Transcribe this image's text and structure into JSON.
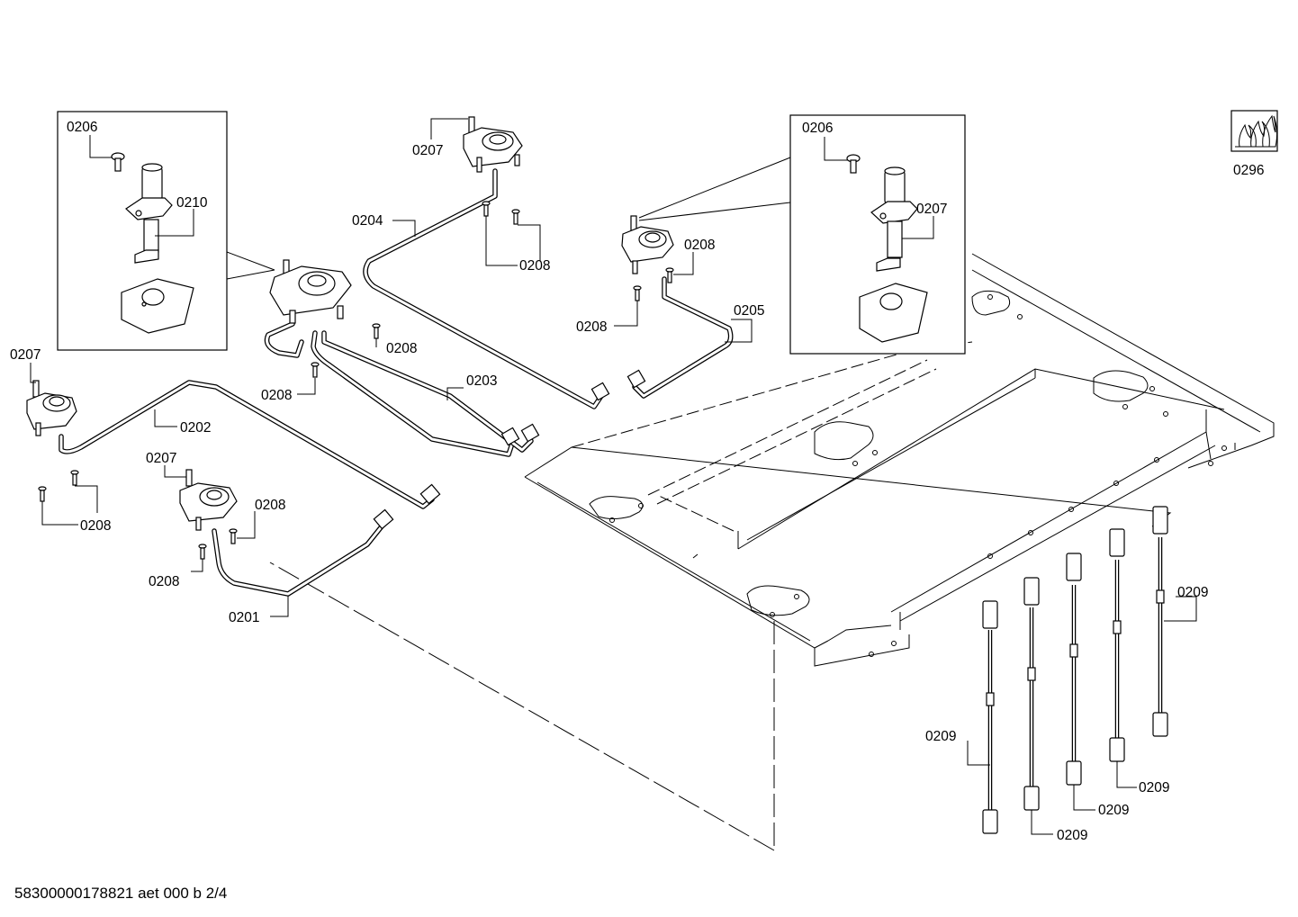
{
  "footer": {
    "document_code": "58300000178821 aet 000 b 2/4"
  },
  "icon": {
    "name": "gas-flame-icon",
    "label": "0296"
  },
  "callouts": {
    "detail_left_0206": "0206",
    "detail_left_0210": "0210",
    "detail_right_0206": "0206",
    "detail_right_0207": "0207",
    "valve_top_0207": "0207",
    "valve_top_0208": "0208",
    "tube_0204": "0204",
    "valve_right_0208_a": "0208",
    "valve_right_0208_b": "0208",
    "tube_0205": "0205",
    "valve_center_0208_a": "0208",
    "valve_center_0208_b": "0208",
    "tube_0203": "0203",
    "valve_left_0207": "0207",
    "tube_0202": "0202",
    "valve_left_0208": "0208",
    "valve_front_0207": "0207",
    "valve_front_0208_a": "0208",
    "valve_front_0208_b": "0208",
    "tube_0201": "0201",
    "harness_0209_a": "0209",
    "harness_0209_b": "0209",
    "harness_0209_c": "0209",
    "harness_0209_d": "0209",
    "harness_0209_e": "0209"
  }
}
